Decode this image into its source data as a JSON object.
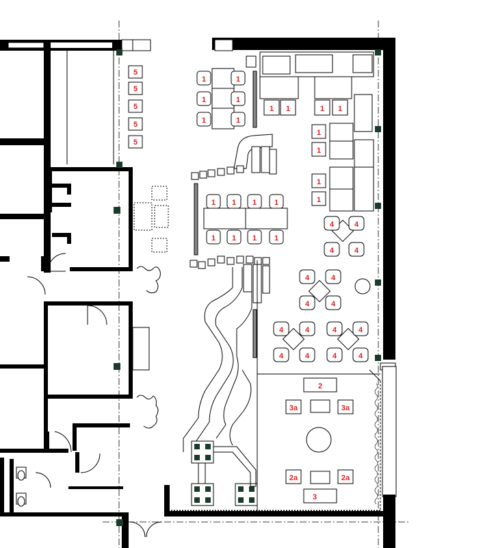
{
  "plan": {
    "label_color": "#e02020",
    "wall_color": "#000000",
    "seat_labels": {
      "five": "5",
      "one": "1",
      "four": "4",
      "two": "2",
      "two_a": "2a",
      "three": "3",
      "three_a": "3a"
    }
  }
}
